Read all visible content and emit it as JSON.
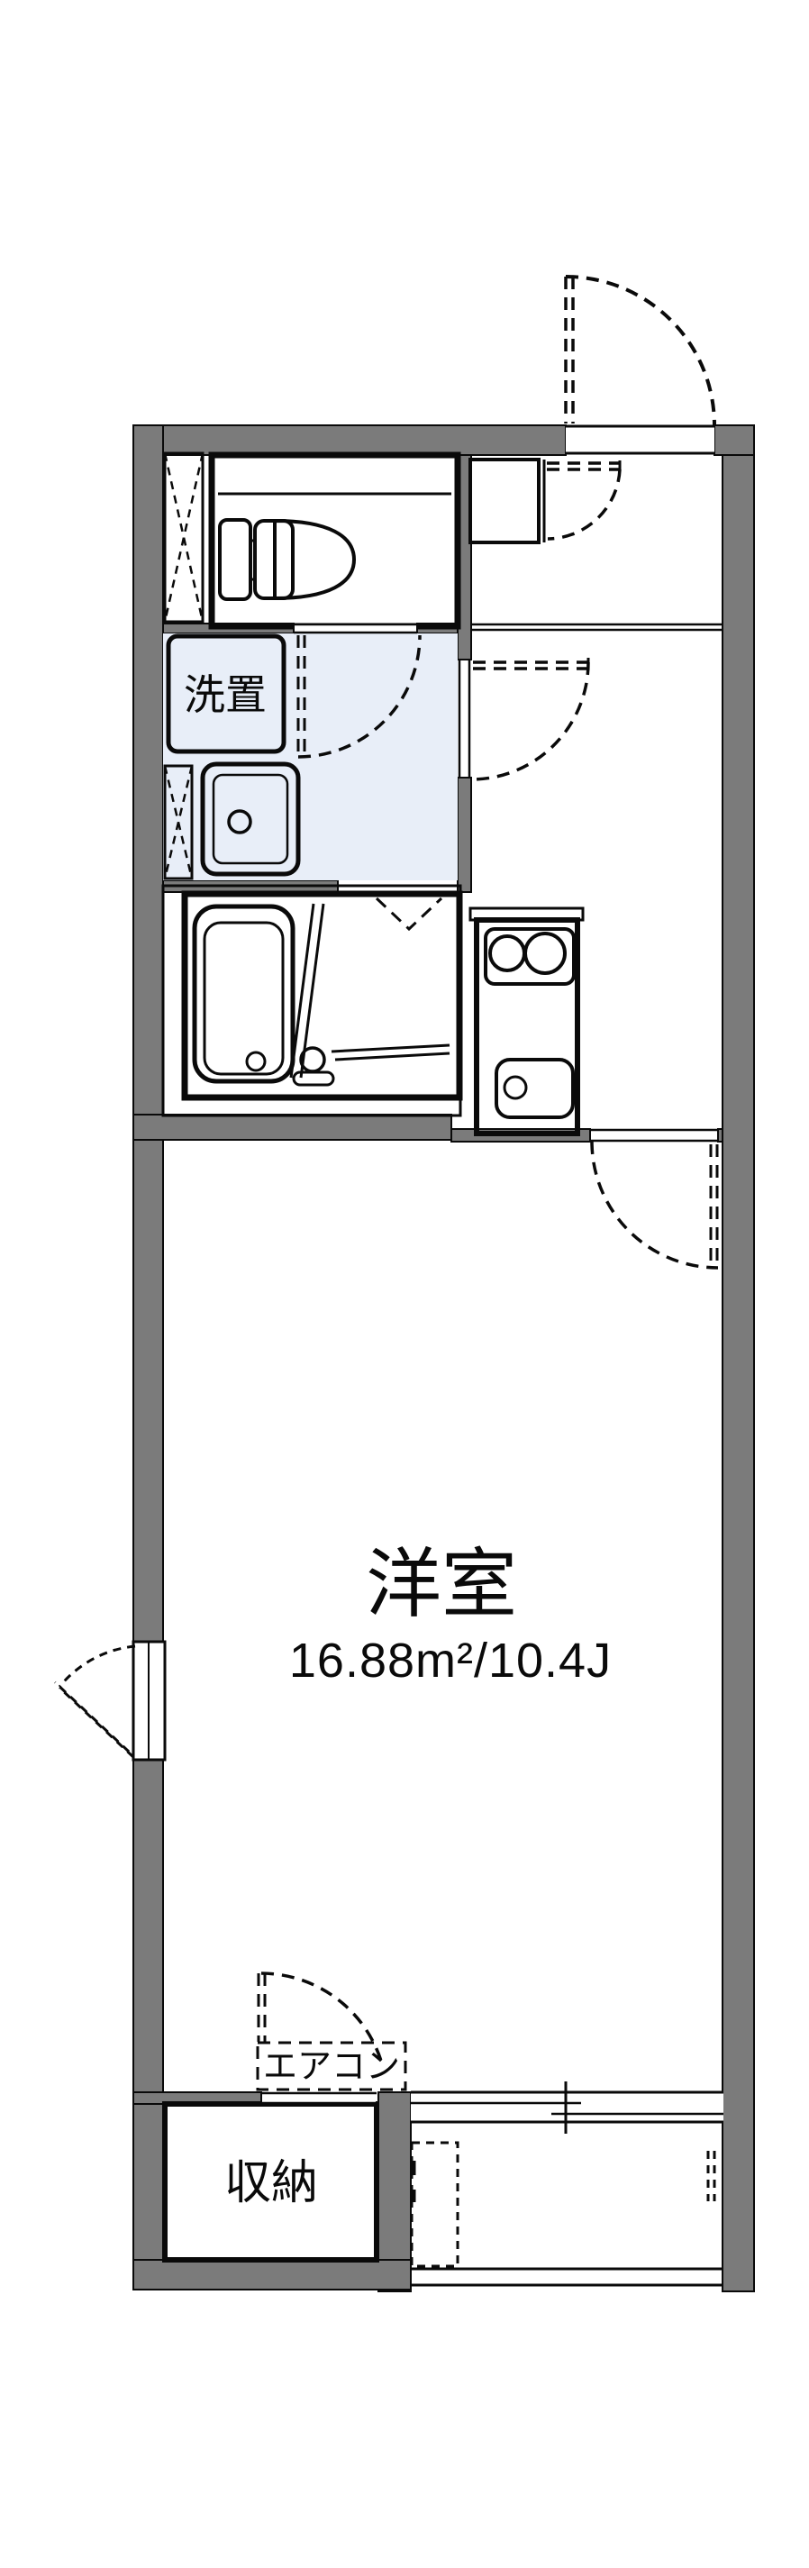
{
  "colors": {
    "wall": "#7b7b7b",
    "room": "#e8eef8",
    "closet": "#faeed6",
    "line": "#0a0a0a",
    "background": "#ffffff"
  },
  "labels": {
    "laundry_space": "洗置",
    "main_room_name": "洋室",
    "main_room_area": "16.88m²/10.4J",
    "air_conditioner": "エアコン",
    "storage": "収納"
  },
  "fixtures": [
    "toilet-icon",
    "toilet-shelf-line",
    "laundry-machine-space-box",
    "washbasin-icon",
    "bathtub-icon",
    "shower-faucet-icon",
    "bath-folding-door-icon",
    "stove-two-burner-icon",
    "kitchen-sink-icon",
    "shoe-cabinet-icon",
    "entrance-door-swing-arc",
    "hall-door-swing-arc",
    "toilet-door-swing-arc",
    "room-door-swing-arc",
    "closet-door-swing-arc",
    "casement-window-swing",
    "lattice-window-icon",
    "sliding-window-icon",
    "balcony-railing",
    "air-conditioner-dashed-box",
    "outdoor-equipment-dashed-box"
  ]
}
